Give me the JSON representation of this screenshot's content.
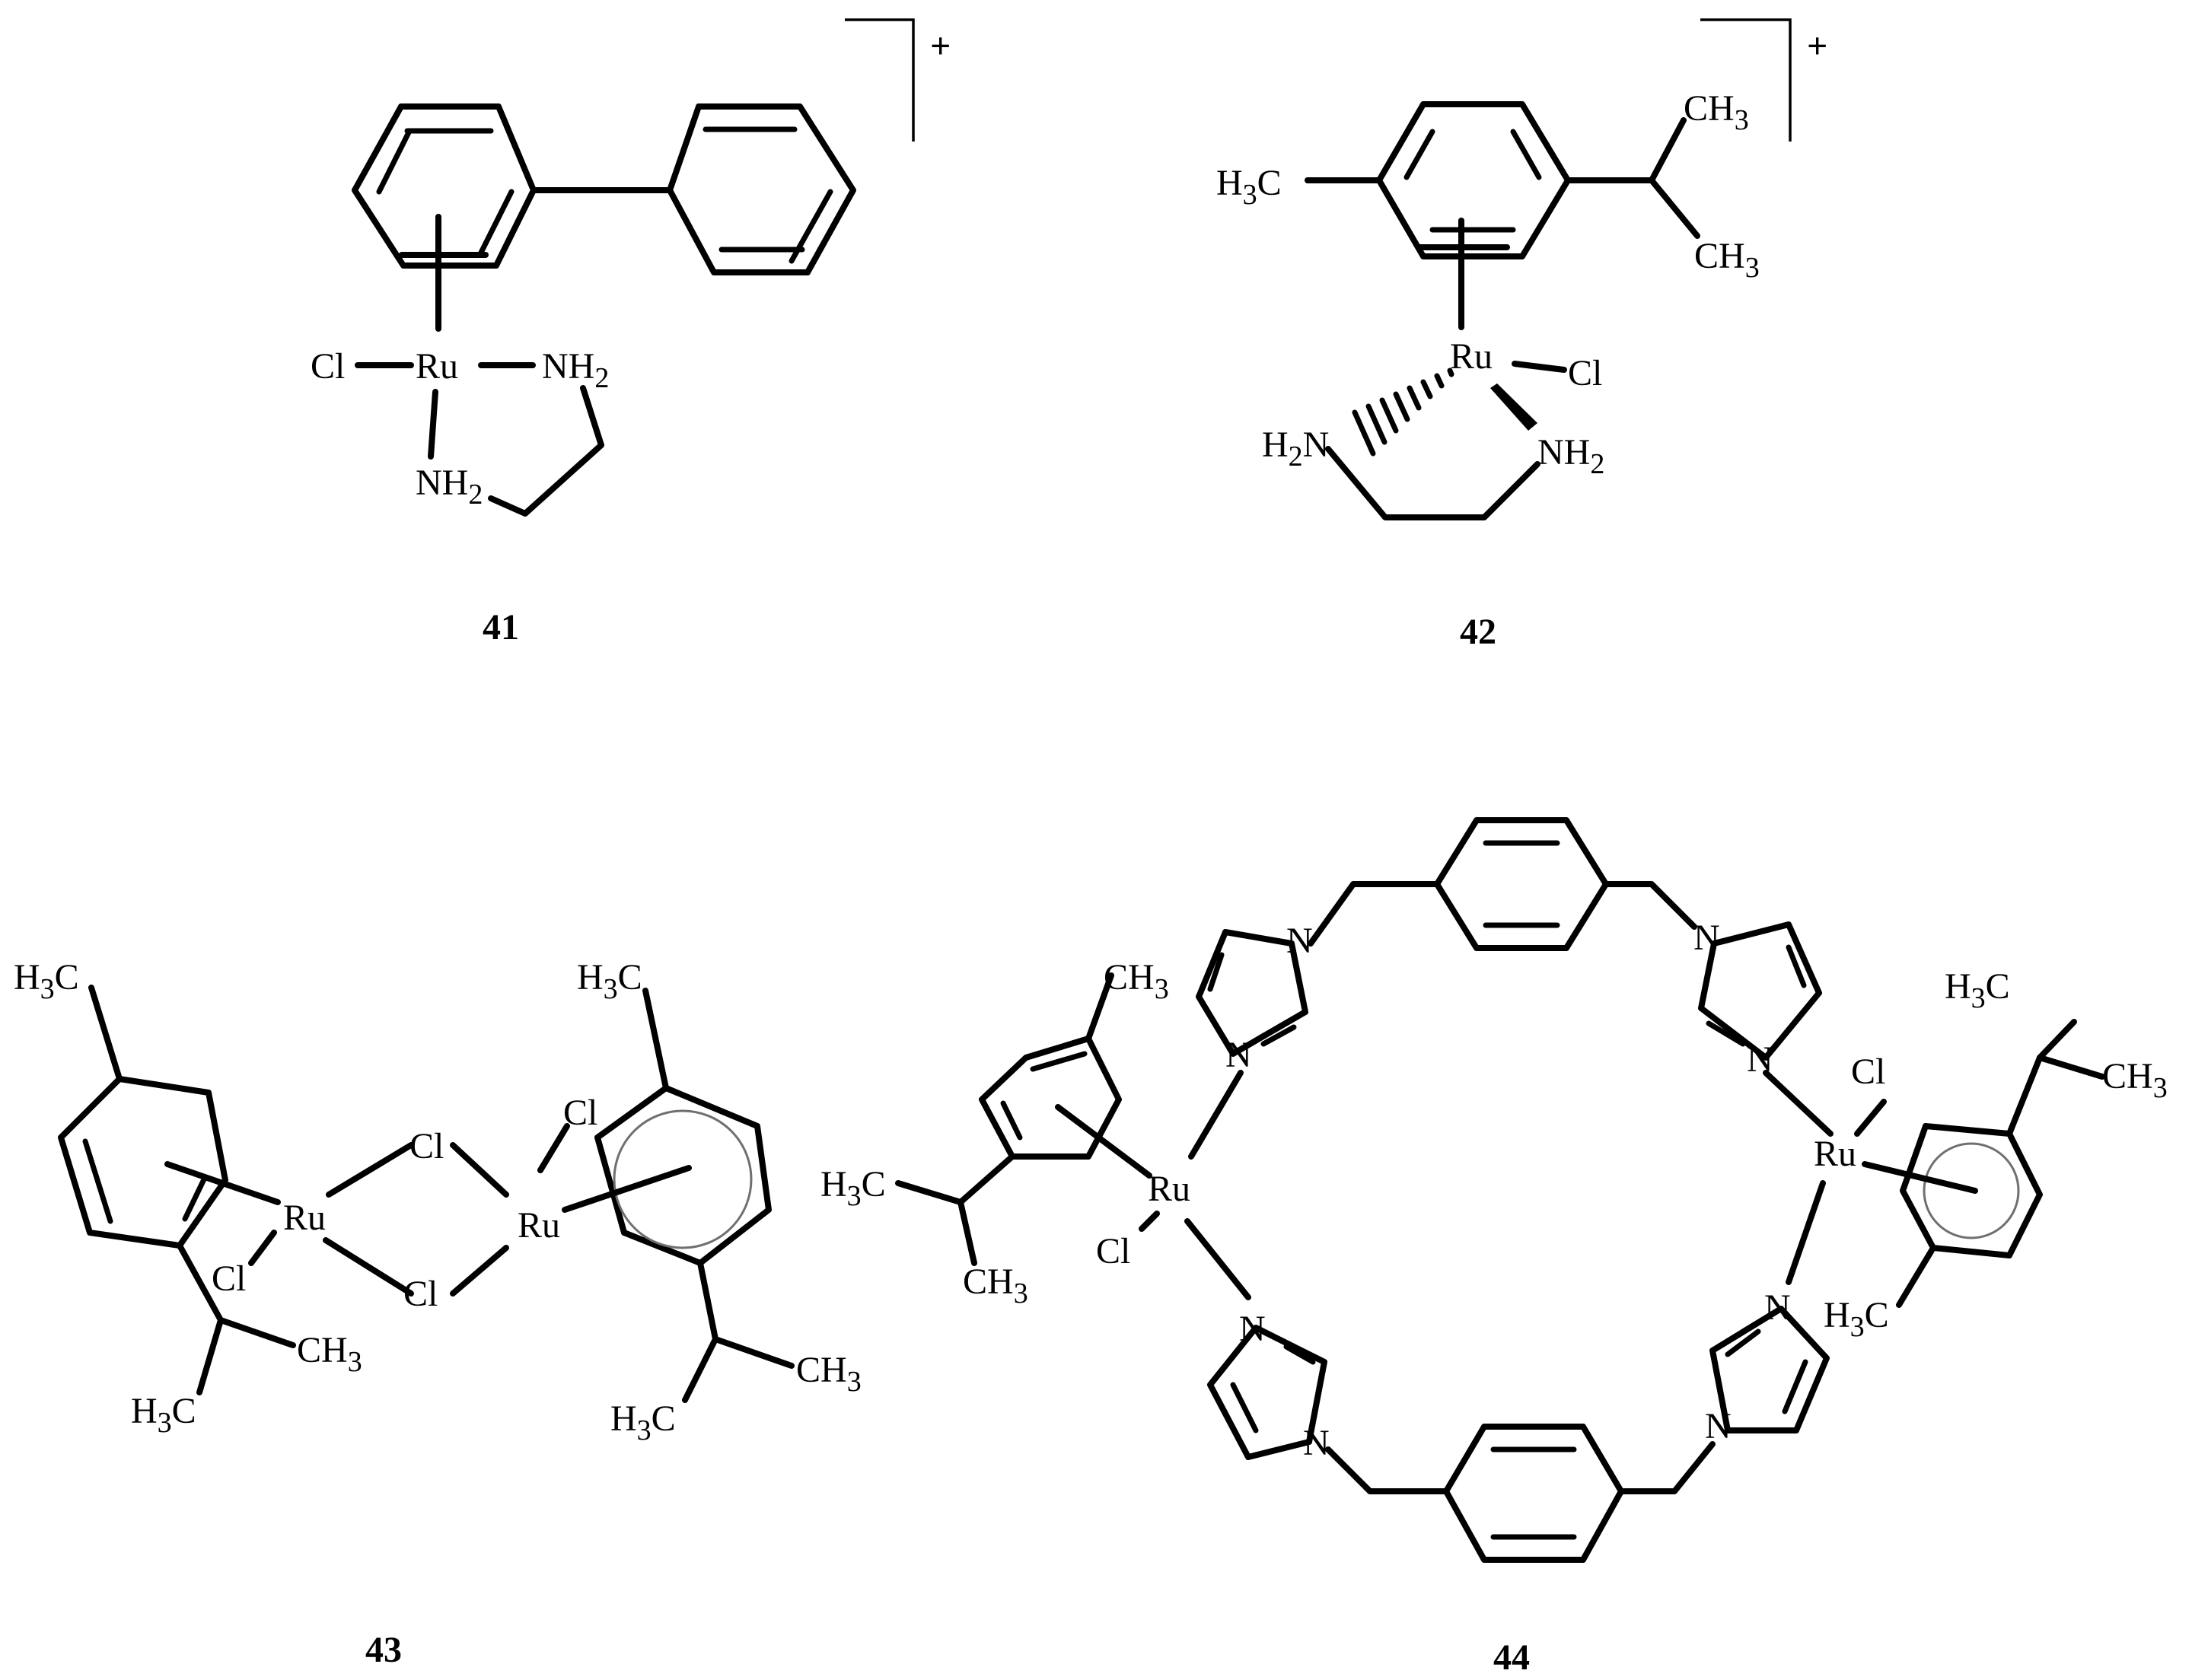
{
  "figure": {
    "compounds": [
      {
        "number": "41",
        "charge": "+",
        "atoms": {
          "Ru": "Ru",
          "Cl": "Cl",
          "NH2_a": "NH",
          "NH2_b": "NH",
          "sub2": "2"
        }
      },
      {
        "number": "42",
        "charge": "+",
        "atoms": {
          "Ru": "Ru",
          "Cl": "Cl",
          "H2N": "N",
          "H2N_h": "H",
          "NH2": "NH",
          "sub2": "2",
          "H3C": "C",
          "H3C_h": "H",
          "CH3_a": "CH",
          "CH3_b": "CH",
          "sub3": "3"
        }
      },
      {
        "number": "43",
        "atoms": {
          "Ru1": "Ru",
          "Ru2": "Ru",
          "Cl1": "Cl",
          "Cl2": "Cl",
          "Cl3": "Cl",
          "Cl4": "Cl",
          "H3C_top_l": "C",
          "H3C_top_r": "C",
          "H3C_bot_l": "C",
          "H3C_bot_r": "C",
          "CH3_l": "CH",
          "CH3_r": "CH",
          "H": "H",
          "sub3": "3"
        }
      },
      {
        "number": "44",
        "atoms": {
          "Ru1": "Ru",
          "Ru2": "Ru",
          "Cl1": "Cl",
          "Cl2": "Cl",
          "N": "N",
          "CH3_top": "CH",
          "CH3_left": "CH",
          "H3C_left": "C",
          "H3C_right_top": "C",
          "CH3_right": "CH",
          "H3C_right_bot": "C",
          "H": "H",
          "sub3": "3"
        }
      }
    ]
  }
}
